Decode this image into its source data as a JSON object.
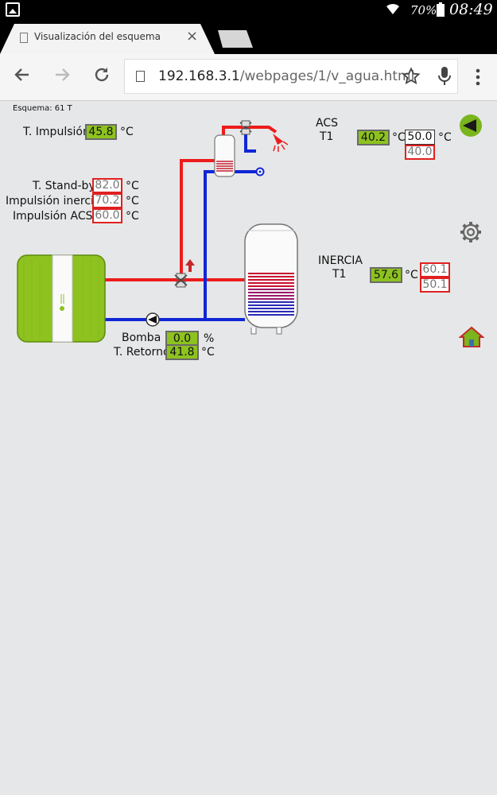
{
  "status_bar": {
    "battery": "70%",
    "time": "08:49"
  },
  "tab": {
    "title": "Visualización del esquema",
    "close": "×"
  },
  "toolbar": {
    "url_host": "192.168.3.1",
    "url_path": "/webpages/1/v_agua.html"
  },
  "scheme": {
    "label": "Esquema: 61 T"
  },
  "impulsion": {
    "label": "T. Impulsión",
    "value": "45.8",
    "unit": "°C"
  },
  "standby": {
    "rows": [
      {
        "label": "T. Stand-by",
        "value": "82.0",
        "unit": "°C"
      },
      {
        "label": "Impulsión inercia",
        "value": "70.2",
        "unit": "°C"
      },
      {
        "label": "Impulsión ACS",
        "value": "60.0",
        "unit": "°C"
      }
    ]
  },
  "acs": {
    "title": "ACS",
    "sensor": "T1",
    "value": "40.2",
    "unit": "°C",
    "setpoint": "50.0",
    "setpoint_unit": "°C",
    "min": "40.0"
  },
  "inercia": {
    "title": "INERCIA",
    "sensor": "T1",
    "value": "57.6",
    "unit": "°C",
    "high": "60.1",
    "low": "50.1"
  },
  "pump": {
    "label": "Bomba",
    "value": "0.0",
    "unit": "%"
  },
  "retorno": {
    "label": "T. Retorno",
    "value": "41.8",
    "unit": "°C"
  },
  "colors": {
    "supply": "#ee1c1c",
    "return": "#1026d6",
    "heat_pump": "#8dc21f",
    "value_bg": "#8dc21f",
    "alarm_border": "#e02020"
  },
  "icons": [
    "back-arrow-icon",
    "settings-gear-icon",
    "home-icon",
    "shower-icon",
    "pump-icon",
    "three-way-valve-icon"
  ]
}
